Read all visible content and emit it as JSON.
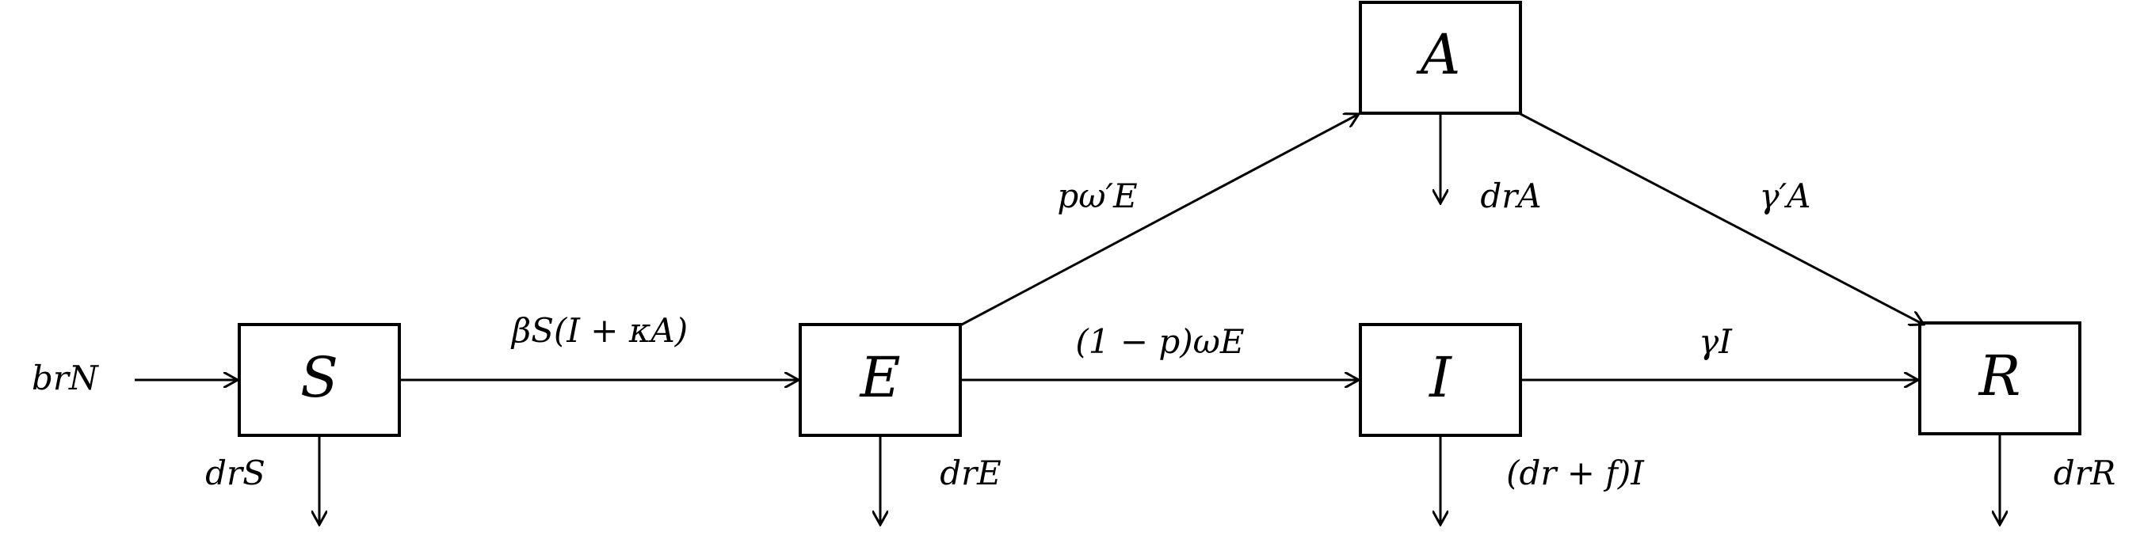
{
  "compartments": {
    "S": "S",
    "E": "E",
    "A": "A",
    "I": "I",
    "R": "R"
  },
  "flows": {
    "birth": "brN",
    "s_to_e": "βS(I + κA)",
    "e_to_a": "pω′E",
    "e_to_i": "(1 − p)ωE",
    "a_to_r": "γ′A",
    "i_to_r": "γI"
  },
  "deaths": {
    "S": "drS",
    "E": "drE",
    "A": "drA",
    "I": "(dr + f)I",
    "R": "drR"
  },
  "colors": {
    "stroke": "#000000",
    "background": "#ffffff"
  }
}
